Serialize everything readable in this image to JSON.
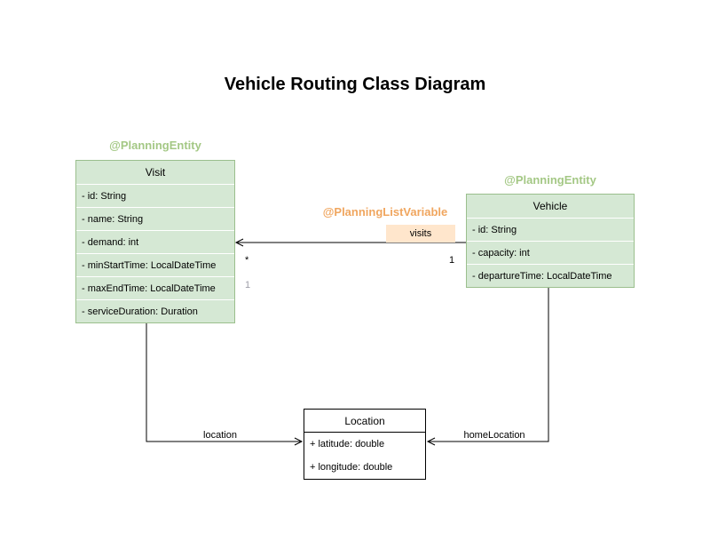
{
  "title": "Vehicle Routing Class Diagram",
  "classes": {
    "visit": {
      "annotation": "@PlanningEntity",
      "name": "Visit",
      "fields": [
        "- id: String",
        "- name: String",
        "- demand: int",
        "- minStartTime: LocalDateTime",
        "- maxEndTime: LocalDateTime",
        "- serviceDuration: Duration"
      ]
    },
    "vehicle": {
      "annotation": "@PlanningEntity",
      "name": "Vehicle",
      "fields": [
        "- id: String",
        "- capacity: int",
        "- departureTime: LocalDateTime"
      ]
    },
    "location": {
      "name": "Location",
      "fields": [
        "+ latitude: double",
        "+ longitude: double"
      ]
    }
  },
  "relations": {
    "visits": {
      "annotation": "@PlanningListVariable",
      "label": "visits",
      "visit_multiplicity": "*",
      "vehicle_multiplicity": "1",
      "secondary_multiplicity": "1"
    },
    "location": {
      "label": "location"
    },
    "home_location": {
      "label": "homeLocation"
    }
  },
  "colors": {
    "entity_annotation": "#a4c885",
    "list_variable_annotation": "#f0a65f",
    "class_fill": "#d5e8d4",
    "class_border": "#9bbf8d",
    "visits_label_fill": "#ffe6cc",
    "edge": "#000000"
  }
}
